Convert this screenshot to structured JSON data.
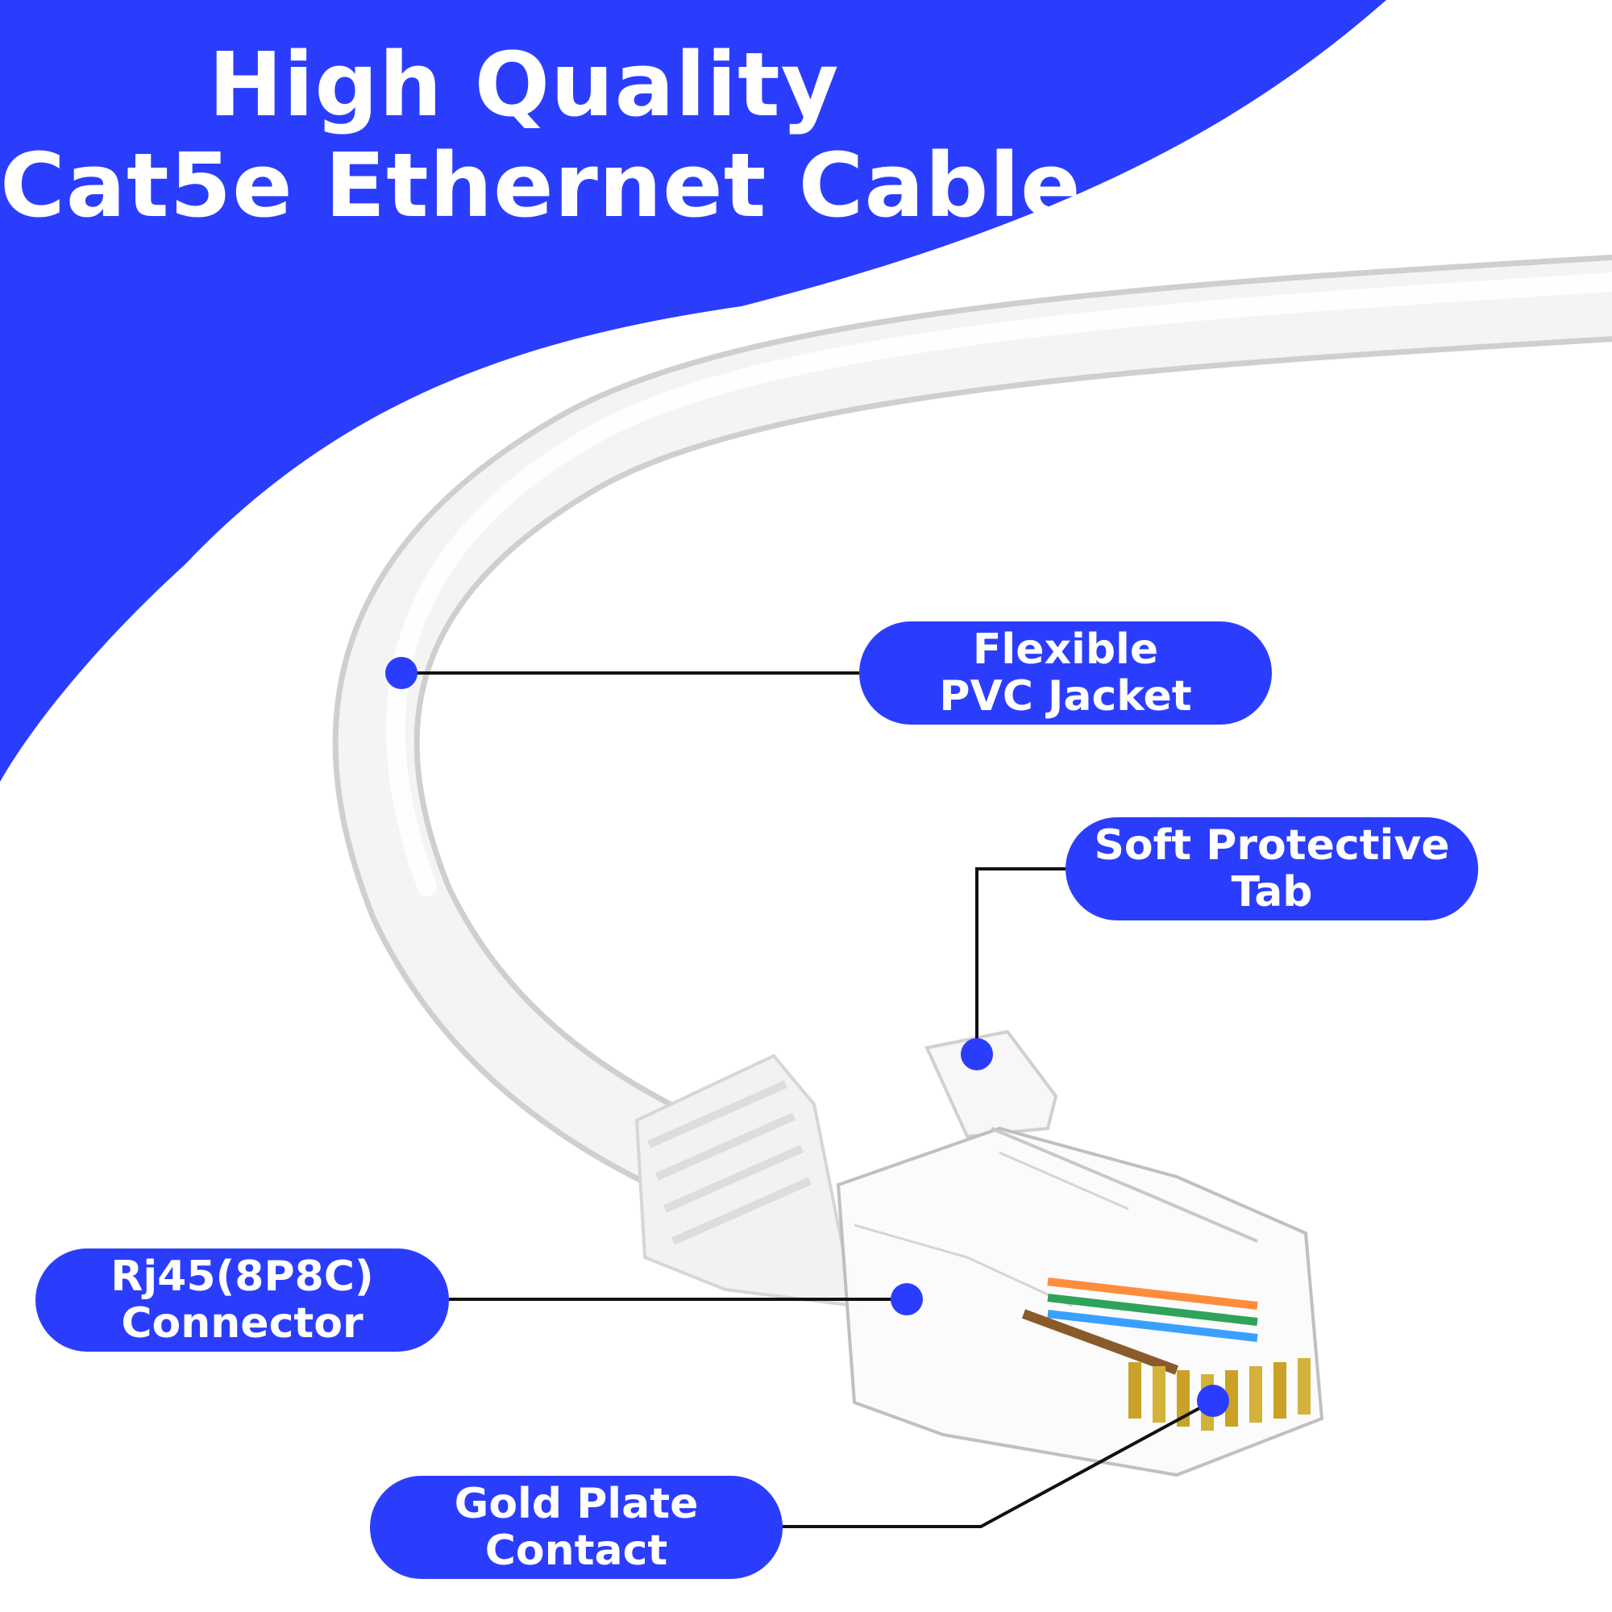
{
  "header": {
    "line1": "High Quality",
    "line2": "Cat5e Ethernet Cable"
  },
  "callouts": {
    "jacket": {
      "line1": "Flexible",
      "line2": "PVC Jacket"
    },
    "tab": {
      "line1": "Soft Protective",
      "line2": "Tab"
    },
    "connector": {
      "line1": "Rj45(8P8C)",
      "line2": "Connector"
    },
    "contact": {
      "line1": "Gold Plate",
      "line2": "Contact"
    }
  },
  "colors": {
    "accent": "#2b3dfc",
    "cable": "#f2f2f2",
    "leader_line": "#111111",
    "gold": "#c9a227"
  }
}
